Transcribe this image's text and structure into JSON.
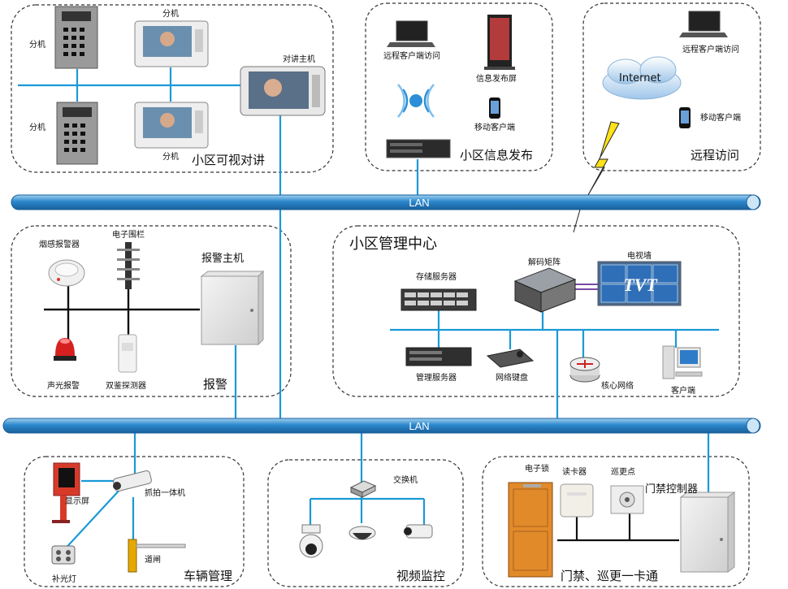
{
  "sections": {
    "intercom": {
      "title": "小区可视对讲",
      "ext1": "分机",
      "ext2": "分机",
      "ext3": "分机",
      "ext4": "分机",
      "host": "对讲主机"
    },
    "info_publish": {
      "title": "小区信息发布",
      "remote_client": "远程客户端访问",
      "info_screen": "信息发布屏",
      "mobile_client": "移动客户端"
    },
    "remote_access": {
      "title": "远程访问",
      "remote_client": "远程客户端访问",
      "internet": "Internet",
      "mobile_client": "移动客户端"
    },
    "alarm": {
      "title": "报警",
      "smoke": "烟感报警器",
      "fence": "电子围栏",
      "host": "报警主机",
      "strobe": "声光报警",
      "detector": "双鉴探测器"
    },
    "mgmt_center": {
      "title": "小区管理中心",
      "storage": "存储服务器",
      "decoder": "解码矩阵",
      "tvwall": "电视墙",
      "tvwall_logo": "TVT",
      "mgmt_server": "管理服务器",
      "keyboard": "网络键盘",
      "core": "核心网络",
      "client": "客户端"
    },
    "vehicle": {
      "title": "车辆管理",
      "display": "显示屏",
      "camera": "抓拍一体机",
      "fill_light": "补光灯",
      "gate": "道闸"
    },
    "video": {
      "title": "视频监控",
      "switch": "交换机"
    },
    "access": {
      "title": "门禁、巡更一卡通",
      "lock": "电子锁",
      "reader": "读卡器",
      "patrol": "巡更点",
      "controller": "门禁控制器"
    }
  },
  "buses": {
    "top": "LAN",
    "bottom": "LAN"
  },
  "colors": {
    "line": "#1a9ad6",
    "bus": "#1e7fc0",
    "bus_light": "#6fb6e4"
  }
}
